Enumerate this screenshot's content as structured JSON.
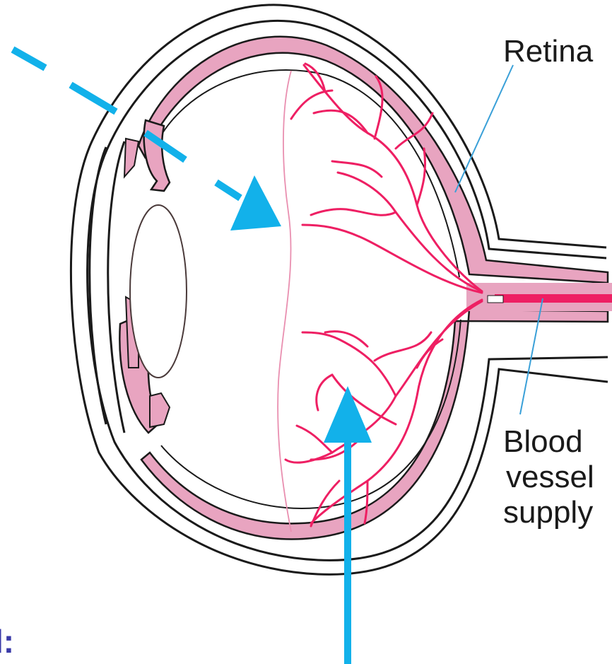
{
  "labels": {
    "retina": "Retina",
    "blood_line1": "Blood",
    "blood_line2": "vessel",
    "blood_line3": "supply",
    "partial_text": "l:"
  },
  "colors": {
    "outline": "#1a1a1a",
    "tissue_pink": "#e8a4c0",
    "vessel_red": "#ee1f63",
    "arrow_blue": "#12b1ea",
    "leader_blue": "#3aa0d8",
    "partial_text": "#3a3aa8",
    "vitreous_line": "#e98fb0"
  },
  "icons": {
    "incoming_light": "dashed-arrow-icon",
    "upward_light": "up-arrow-icon"
  }
}
